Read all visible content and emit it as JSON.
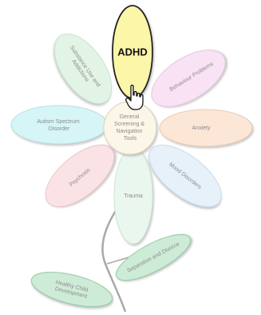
{
  "center": {
    "lines": [
      "General",
      "Screening &",
      "Navigation",
      "Tools"
    ]
  },
  "petals": {
    "adhd": {
      "label": "ADHD",
      "color": "#fbf6a8"
    },
    "substance": {
      "lines": [
        "Substance Use and",
        "Addictions"
      ],
      "color": "#e2f4e6"
    },
    "behaviour": {
      "label": "Behaviour Problems",
      "color": "#f9e2f4"
    },
    "anxiety": {
      "label": "Anxiety",
      "color": "#fce6d6"
    },
    "mood": {
      "label": "Mood Disorders",
      "color": "#e6f1fa"
    },
    "trauma": {
      "label": "Trauma",
      "color": "#eaf7ee"
    },
    "psychosis": {
      "label": "Psychosis",
      "color": "#fbe3e5"
    },
    "autism": {
      "lines": [
        "Autism Spectrum",
        "Disorder"
      ],
      "color": "#d6f5f7"
    }
  },
  "leaves": {
    "separation": {
      "label": "Separation and Divorce",
      "color": "#cdebd6"
    },
    "healthy": {
      "lines": [
        "Healthy Child",
        "Development"
      ],
      "color": "#cdebd6"
    }
  },
  "icons": {
    "cursor": "hand-pointer-icon"
  }
}
